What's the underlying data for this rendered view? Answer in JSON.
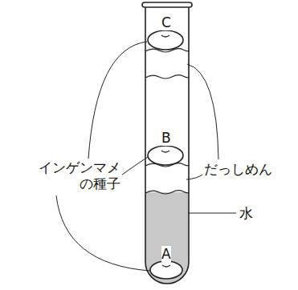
{
  "diagram": {
    "labels": [
      "C",
      "B",
      "A",
      "インゲンマメ の種子",
      "だっしめん",
      "水"
    ]
  }
}
